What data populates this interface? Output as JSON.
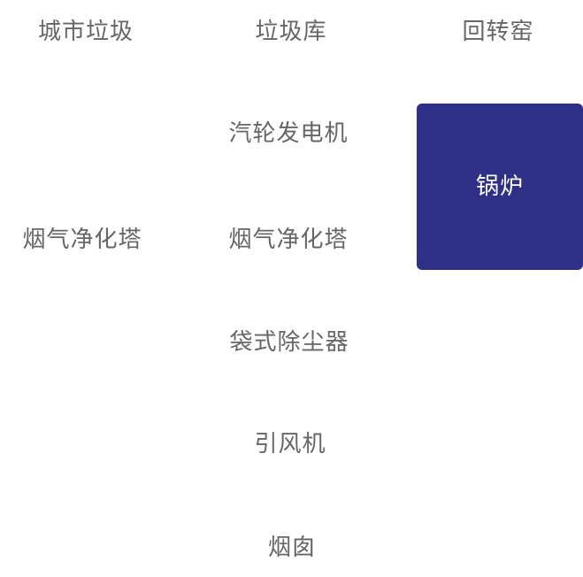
{
  "colors": {
    "text": "#666666",
    "highlight_bg": "#2e3087",
    "highlight_text": "#ffffff"
  },
  "nodes": {
    "city_waste": "城市垃圾",
    "waste_pit": "垃圾库",
    "rotary_kiln": "回转窑",
    "steam_turbine_generator": "汽轮发电机",
    "boiler": "锅炉",
    "flue_gas_tower_left": "烟气净化塔",
    "flue_gas_tower_center": "烟气净化塔",
    "bag_filter": "袋式除尘器",
    "induced_draft_fan": "引风机",
    "chimney": "烟囱"
  }
}
